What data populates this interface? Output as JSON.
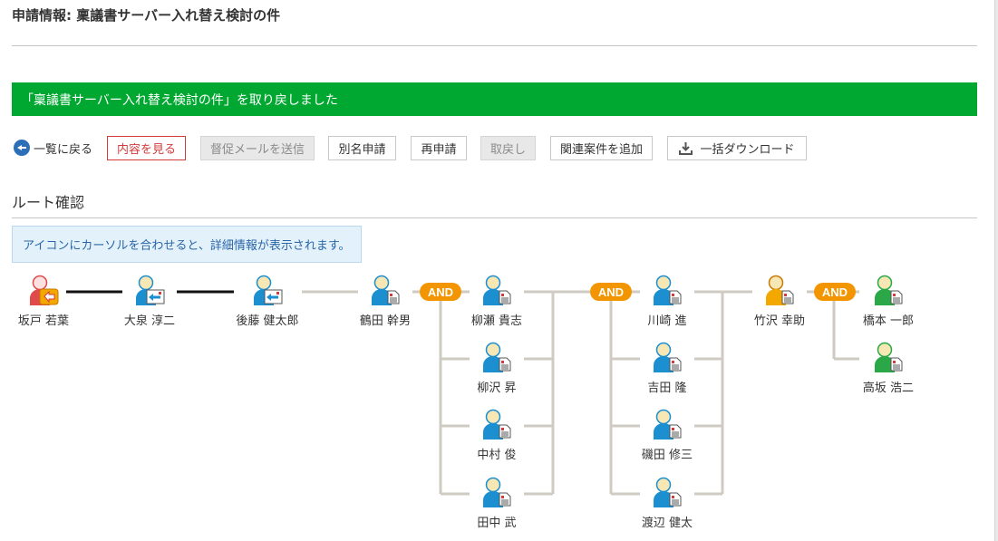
{
  "header": {
    "title": "申請情報: 稟議書サーバー入れ替え検討の件"
  },
  "banner": {
    "message": "「稟議書サーバー入れ替え検討の件」を取り戻しました"
  },
  "toolbar": {
    "back_label": "一覧に戻る",
    "view_label": "内容を見る",
    "reminder_label": "督促メールを送信",
    "alias_label": "別名申請",
    "reapply_label": "再申請",
    "withdraw_label": "取戻し",
    "related_label": "関連案件を追加",
    "download_label": "一括ダウンロード"
  },
  "route": {
    "title": "ルート確認",
    "hint": "アイコンにカーソルを合わせると、詳細情報が表示されます。",
    "and_label": "AND",
    "applicant": {
      "name": "坂戸 若葉",
      "icon": "applicant-withdrawn-icon"
    },
    "steps": [
      {
        "name": "大泉 淳二",
        "icon": "user-returned-icon"
      },
      {
        "name": "後藤 健太郎",
        "icon": "user-returned-icon"
      },
      {
        "name": "鶴田 幹男",
        "icon": "user-document-icon"
      }
    ],
    "and_group_1": [
      {
        "name": "柳瀬 貴志"
      },
      {
        "name": "柳沢 昇"
      },
      {
        "name": "中村 俊"
      },
      {
        "name": "田中 武"
      }
    ],
    "and_group_2": [
      {
        "name": "川崎 進"
      },
      {
        "name": "吉田 隆"
      },
      {
        "name": "磯田 修三"
      },
      {
        "name": "渡辺 健太"
      }
    ],
    "step_after": {
      "name": "竹沢 幸助"
    },
    "and_group_3": [
      {
        "name": "橋本 一郎"
      },
      {
        "name": "高坂 浩二"
      }
    ]
  },
  "colors": {
    "banner": "#00a831",
    "and_badge": "#f39500",
    "user_blue": "#1c8fd1",
    "user_orange": "#f3a800",
    "user_green": "#2aa847",
    "applicant_red": "#e04a4a"
  }
}
